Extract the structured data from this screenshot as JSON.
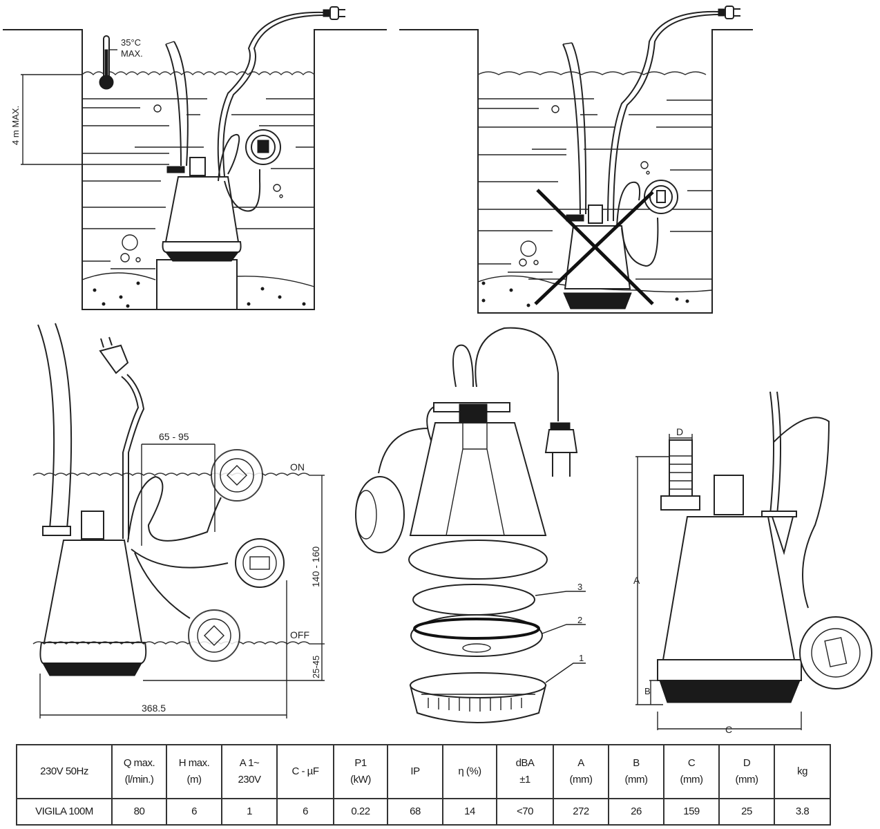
{
  "figure": {
    "product": "VIGILA 100M",
    "installation_correct": {
      "temperature_label_line1": "35°C",
      "temperature_label_line2": "MAX.",
      "depth_label": "4 m MAX."
    },
    "installation_incorrect": {
      "marker": "cross-mark"
    },
    "float_switch": {
      "width_label": "65 - 95",
      "on_label": "ON",
      "off_label": "OFF",
      "range_label": "140 - 160",
      "off_level_label": "25-45",
      "overall_width_label": "368.5"
    },
    "exploded_view": {
      "parts": [
        "3",
        "2",
        "1"
      ]
    },
    "dimension_view": {
      "labels": [
        "A",
        "B",
        "C",
        "D"
      ]
    },
    "icons": [
      "thermometer-icon",
      "plug-icon",
      "float-switch-icon",
      "cross-icon"
    ]
  },
  "spec_table": {
    "headers": [
      {
        "line1": "230V 50Hz",
        "line2": ""
      },
      {
        "line1": "Q max.",
        "line2": "(l/min.)"
      },
      {
        "line1": "H max.",
        "line2": "(m)"
      },
      {
        "line1": "A 1~",
        "line2": "230V"
      },
      {
        "line1": "C - µF",
        "line2": ""
      },
      {
        "line1": "P1",
        "line2": "(kW)"
      },
      {
        "line1": "IP",
        "line2": ""
      },
      {
        "line1": "η (%)",
        "line2": ""
      },
      {
        "line1": "dBA",
        "line2": "±1"
      },
      {
        "line1": "A",
        "line2": "(mm)"
      },
      {
        "line1": "B",
        "line2": "(mm)"
      },
      {
        "line1": "C",
        "line2": "(mm)"
      },
      {
        "line1": "D",
        "line2": "(mm)"
      },
      {
        "line1": "kg",
        "line2": ""
      }
    ],
    "rows": [
      [
        "VIGILA 100M",
        "80",
        "6",
        "1",
        "6",
        "0.22",
        "68",
        "14",
        "<70",
        "272",
        "26",
        "159",
        "25",
        "3.8"
      ]
    ]
  }
}
